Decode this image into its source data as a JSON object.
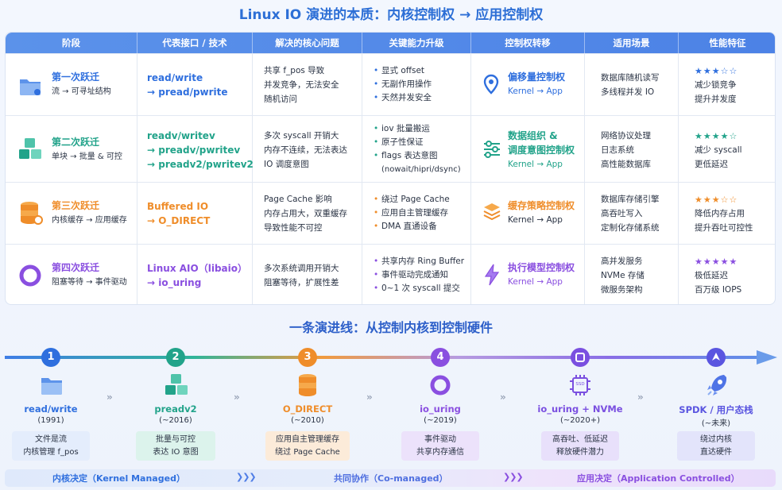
{
  "title": "Linux IO 演进的本质：内核控制权 → 应用控制权",
  "table": {
    "headers": [
      "阶段",
      "代表接口 / 技术",
      "解决的核心问题",
      "关键能力升级",
      "控制权转移",
      "适用场景",
      "性能特征"
    ],
    "rows": [
      {
        "phase_title": "第一次跃迁",
        "phase_sub": "流 → 可寻址结构",
        "api": [
          "read/write",
          "→ pread/pwrite"
        ],
        "problem": [
          "共享 f_pos 导致",
          "并发竞争，无法安全",
          "随机访问"
        ],
        "caps": [
          "显式 offset",
          "无副作用操作",
          "天然并发安全"
        ],
        "ctl_title": [
          "偏移量控制权"
        ],
        "ctl_sub": "Kernel → App",
        "scene": [
          "数据库随机读写",
          "多线程并发 IO"
        ],
        "stars": "★★★☆☆",
        "perf": [
          "减少锁竞争",
          "提升并发度"
        ],
        "icon": "folder-icon",
        "color": "#2f6fde"
      },
      {
        "phase_title": "第二次跃迁",
        "phase_sub": "单块 → 批量 & 可控",
        "api": [
          "readv/writev",
          "→ preadv/pwritev",
          "→ preadv2/pwritev2"
        ],
        "problem": [
          "多次 syscall 开销大",
          "内存不连续，无法表达",
          "IO 调度意图"
        ],
        "caps": [
          "iov 批量搬运",
          "原子性保证",
          "flags 表达意图",
          "(nowait/hipri/dsync)"
        ],
        "ctl_title": [
          "数据组织 &",
          "调度意图控制权"
        ],
        "ctl_sub": "Kernel → App",
        "scene": [
          "网络协议处理",
          "日志系统",
          "高性能数据库"
        ],
        "stars": "★★★★☆",
        "perf": [
          "减少 syscall",
          "更低延迟"
        ],
        "icon": "cubes-icon",
        "color": "#22a38a"
      },
      {
        "phase_title": "第三次跃迁",
        "phase_sub": "内核缓存 → 应用缓存",
        "api": [
          "Buffered IO",
          "→ O_DIRECT"
        ],
        "problem": [
          "Page Cache 影响",
          "内存占用大，双重缓存",
          "导致性能不可控"
        ],
        "caps": [
          "绕过 Page Cache",
          "应用自主管理缓存",
          "DMA 直通设备"
        ],
        "ctl_title": [
          "缓存策略控制权"
        ],
        "ctl_sub": "Kernel → App",
        "scene": [
          "数据库存储引擎",
          "高吞吐写入",
          "定制化存储系统"
        ],
        "stars": "★★★☆☆",
        "perf": [
          "降低内存占用",
          "提升吞吐可控性"
        ],
        "icon": "database-icon",
        "color": "#ef8d2a"
      },
      {
        "phase_title": "第四次跃迁",
        "phase_sub": "阻塞等待 → 事件驱动",
        "api": [
          "Linux AIO（libaio）",
          "→ io_uring"
        ],
        "problem": [
          "多次系统调用开销大",
          "阻塞等待，扩展性差"
        ],
        "caps": [
          "共享内存 Ring Buffer",
          "事件驱动完成通知",
          "0~1 次 syscall 提交"
        ],
        "ctl_title": [
          "执行模型控制权"
        ],
        "ctl_sub": "Kernel → App",
        "scene": [
          "高并发服务",
          "NVMe 存储",
          "微服务架构"
        ],
        "stars": "★★★★★",
        "perf": [
          "极低延迟",
          "百万级 IOPS"
        ],
        "icon": "ring-icon",
        "color": "#8a4fe0"
      }
    ]
  },
  "evolution": {
    "title": "一条演进线：从控制内核到控制硬件",
    "steps": [
      {
        "badge": "1",
        "name": "read/write",
        "year": "(1991)",
        "desc": [
          "文件是流",
          "内核管理 f_pos"
        ],
        "color": "#2f6fde"
      },
      {
        "badge": "2",
        "name": "preadv2",
        "year": "(~2016)",
        "desc": [
          "批量与可控",
          "表达 IO 意图"
        ],
        "color": "#22a38a"
      },
      {
        "badge": "3",
        "name": "O_DIRECT",
        "year": "(~2010)",
        "desc": [
          "应用自主管理缓存",
          "绕过 Page Cache"
        ],
        "color": "#ef8d2a"
      },
      {
        "badge": "4",
        "name": "io_uring",
        "year": "(~2019)",
        "desc": [
          "事件驱动",
          "共享内存通信"
        ],
        "color": "#8a4fe0"
      },
      {
        "badge": "",
        "name": "io_uring + NVMe",
        "year": "(~2020+)",
        "desc": [
          "高吞吐、低延迟",
          "释放硬件潜力"
        ],
        "color": "#7a4fe0"
      },
      {
        "badge": "",
        "name": "SPDK / 用户态栈",
        "year": "(~未来)",
        "desc": [
          "绕过内核",
          "直达硬件"
        ],
        "color": "#5a55e0"
      }
    ],
    "ssd_label": "SSD",
    "bottom": [
      "内核决定（Kernel Managed）",
      "共同协作（Co-managed）",
      "应用决定（Application Controlled）"
    ],
    "bottom_arrows": "❯❯❯"
  }
}
